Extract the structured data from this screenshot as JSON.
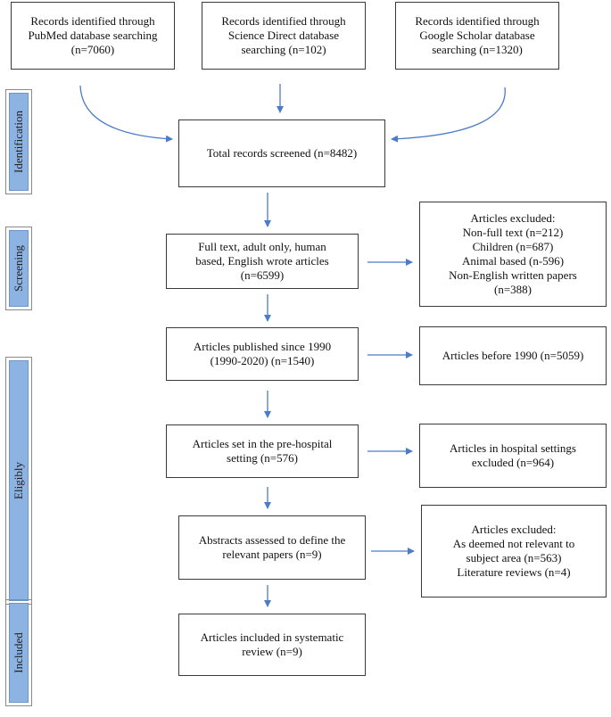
{
  "stages": {
    "identification": "Identification",
    "screening": "Screening",
    "eligibility": "Eligibly",
    "included": "Included"
  },
  "boxes": {
    "pubmed": [
      "Records identified through",
      "PubMed database searching",
      "(n=7060)"
    ],
    "sciencedirect": [
      "Records identified through",
      "Science Direct database",
      "searching (n=102)"
    ],
    "scholar": [
      "Records identified through",
      "Google Scholar database",
      "searching (n=1320)"
    ],
    "screened": [
      "Total records screened (n=8482)"
    ],
    "fulltext": [
      "Full text, adult only, human",
      "based, English wrote articles",
      "(n=6599)"
    ],
    "excluded1": [
      "Articles excluded:",
      "Non-full text (n=212)",
      "Children (n=687)",
      "Animal based (n-596)",
      "Non-English written papers",
      "(n=388)"
    ],
    "since1990": [
      "Articles published since 1990",
      "(1990-2020) (n=1540)"
    ],
    "before1990": [
      "Articles before 1990 (n=5059)"
    ],
    "prehospital": [
      "Articles set in the pre-hospital",
      "setting (n=576)"
    ],
    "inhospital": [
      "Articles in hospital settings",
      "excluded (n=964)"
    ],
    "abstracts": [
      "Abstracts assessed to define the",
      "relevant papers (n=9)"
    ],
    "excluded2": [
      "Articles excluded:",
      "As deemed not relevant to",
      "subject area (n=563)",
      "Literature reviews (n=4)"
    ],
    "included": [
      "Articles included in systematic",
      "review (n=9)"
    ]
  },
  "colors": {
    "arrow": "#4a7cc9",
    "stage_fill": "#8db3e2",
    "border": "#3a3a3a"
  }
}
